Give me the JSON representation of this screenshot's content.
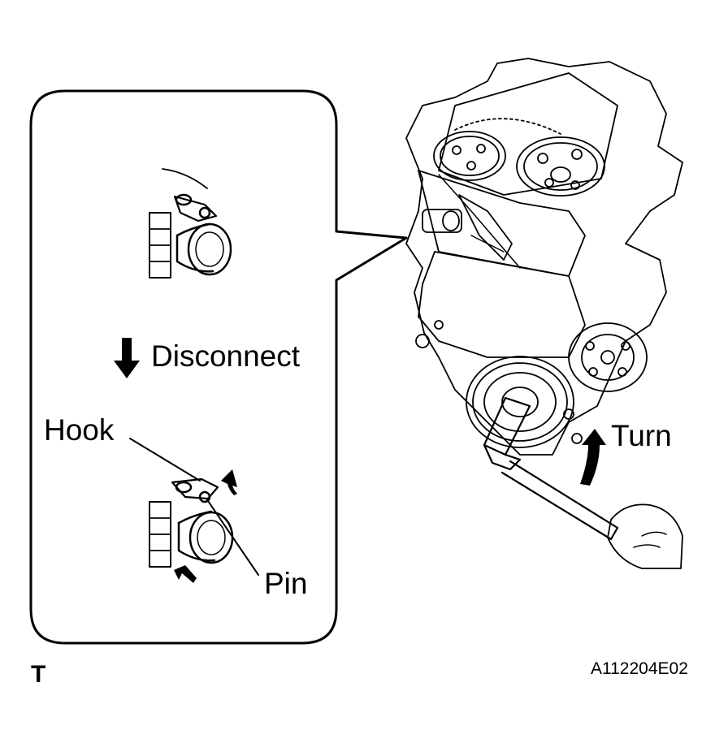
{
  "labels": {
    "disconnect": "Disconnect",
    "hook": "Hook",
    "pin": "Pin",
    "turn": "Turn"
  },
  "corner_mark": "T",
  "figure_code": "A112204E02"
}
